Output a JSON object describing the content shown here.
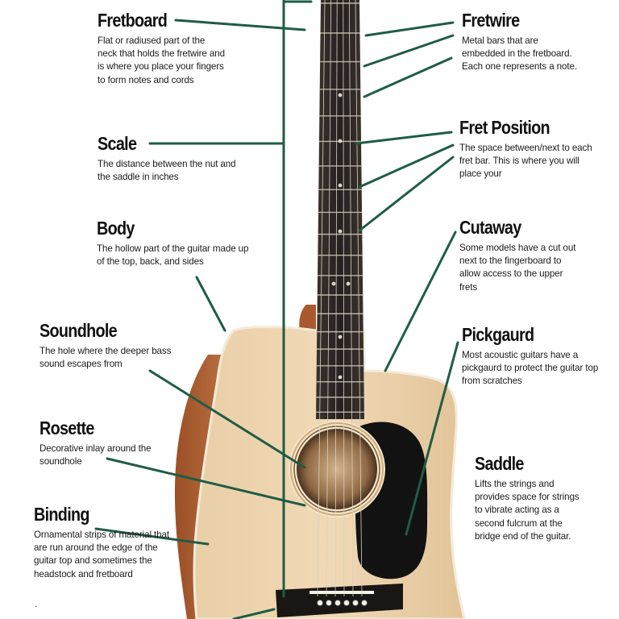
{
  "labels": {
    "fretboard": {
      "title": "Fretboard",
      "desc": "Flat or radiused part of the neck that holds the fretwire and is where you place your fingers to form notes and cords"
    },
    "scale": {
      "title": "Scale",
      "desc": "The distance between the nut and the saddle in inches"
    },
    "body": {
      "title": "Body",
      "desc": "The hollow part of the guitar made up of the top, back, and sides"
    },
    "soundhole": {
      "title": "Soundhole",
      "desc": "The hole where the deeper bass sound escapes from"
    },
    "rosette": {
      "title": "Rosette",
      "desc": "Decorative inlay around the soundhole"
    },
    "binding": {
      "title": "Binding",
      "desc": "Ornamental strips of material that are run around the edge of the guitar top and sometimes the headstock and fretboard"
    },
    "fretwire": {
      "title": "Fretwire",
      "desc": "Metal bars that are embedded in the fretboard. Each one represents a note."
    },
    "fret_position": {
      "title": "Fret Position",
      "desc": "The space between/next to each fret bar. This is where you will place your"
    },
    "cutaway": {
      "title": "Cutaway",
      "desc": "Some models have a cut out next to the fingerboard to allow access to the upper frets"
    },
    "pickguard": {
      "title": "Pickgaurd",
      "desc": "Most acoustic guitars have a pickgaurd to protect the guitar top from scratches"
    },
    "saddle": {
      "title": "Saddle",
      "desc": "Lifts the strings and provides space for strings to vibrate acting as a second fulcrum at the bridge end of the guitar."
    }
  },
  "trailing_mark": ".",
  "colors": {
    "leader": "#1f5c45",
    "spruce_top": "#e6c9a0",
    "mahogany": "#b5673a",
    "fretboard": "#2a2422",
    "pickguard": "#141414"
  }
}
